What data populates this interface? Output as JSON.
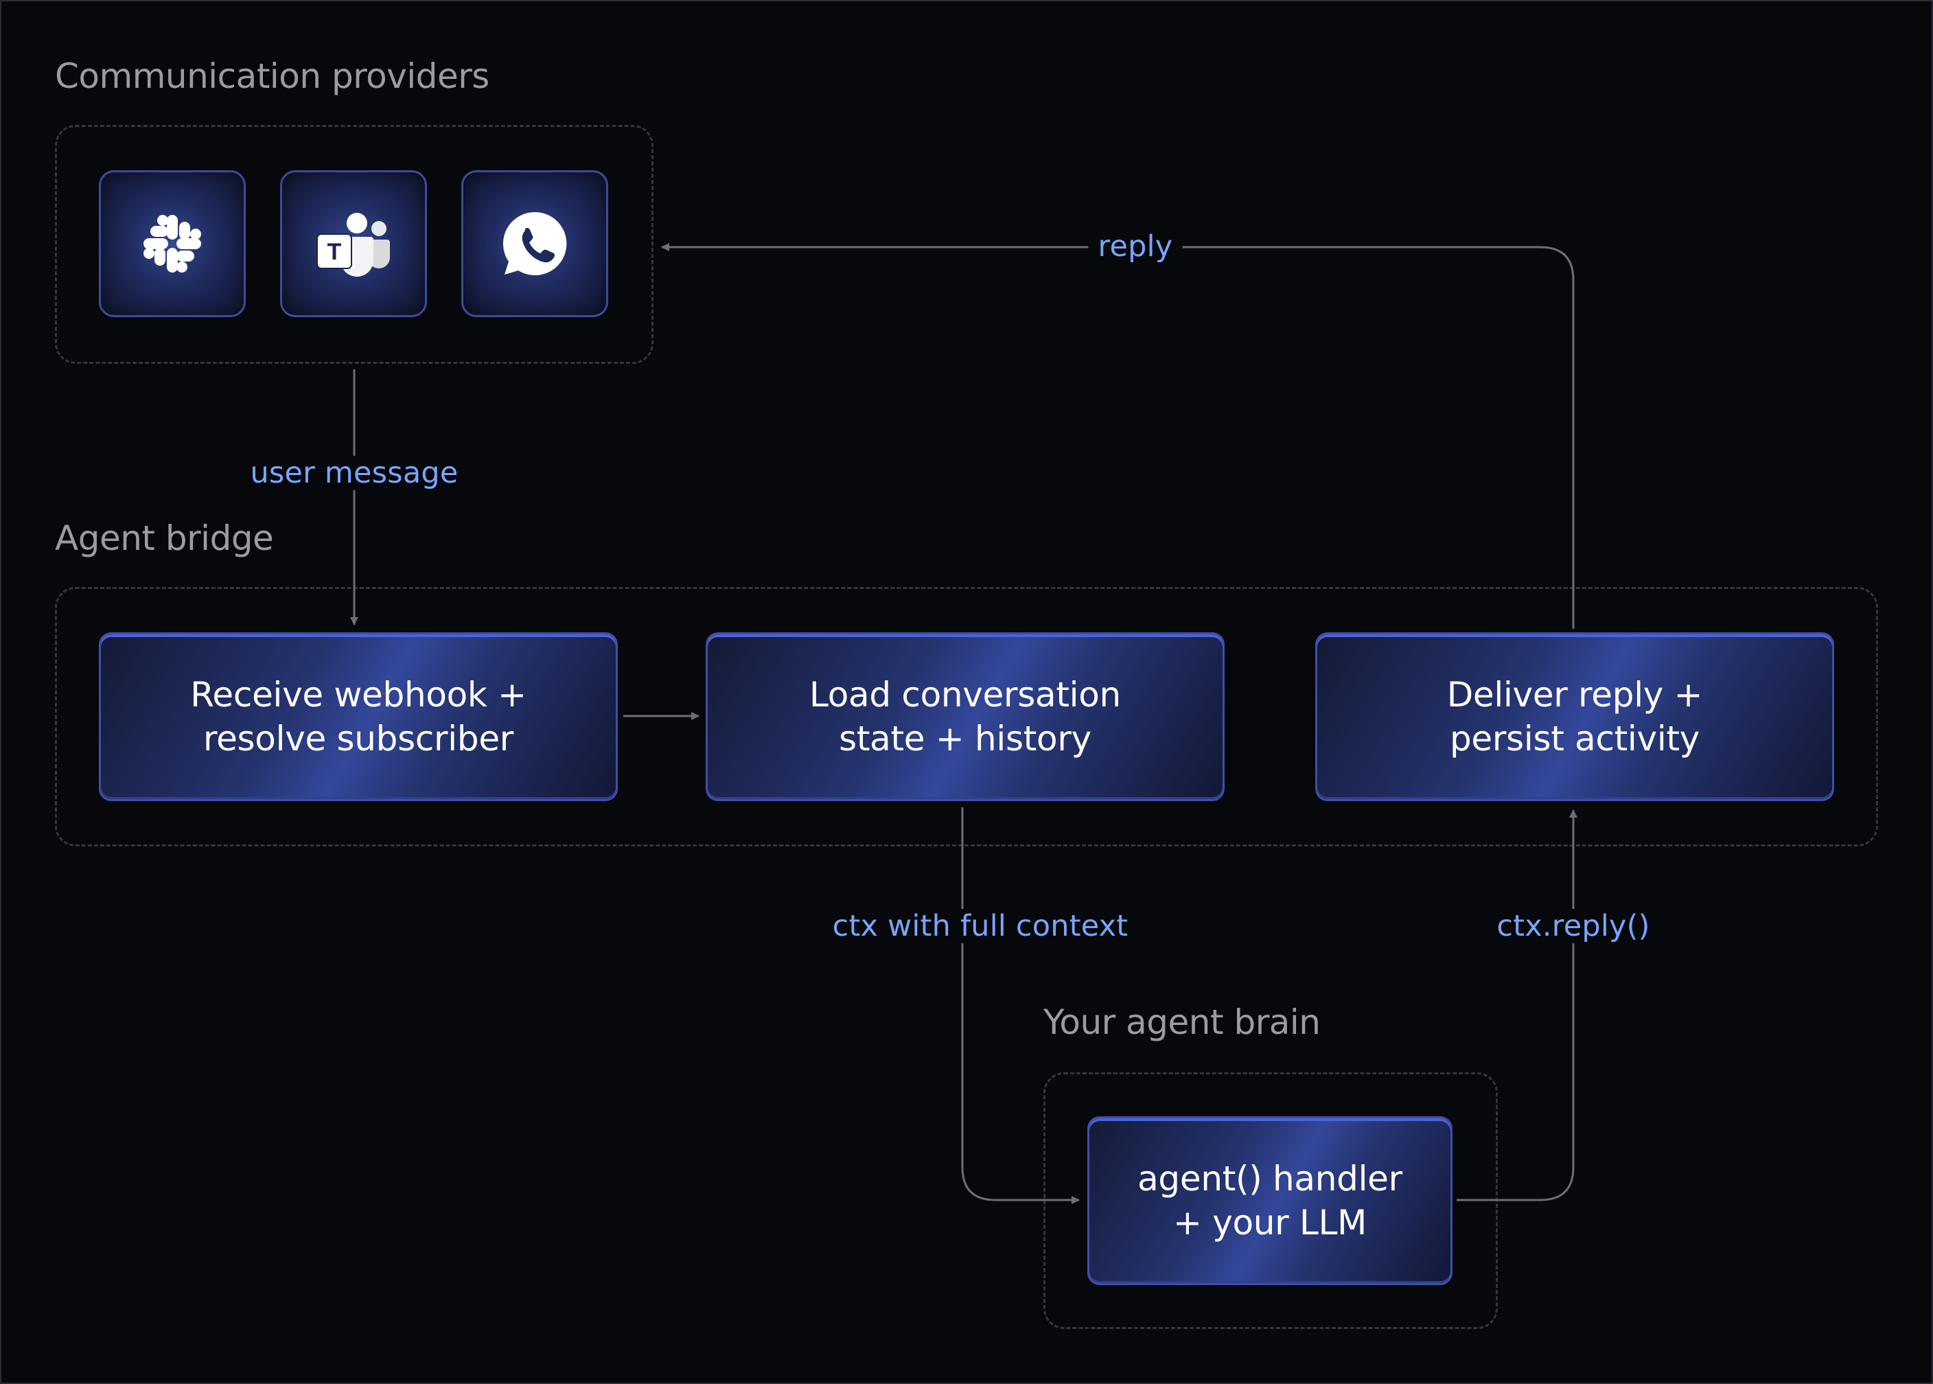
{
  "groups": {
    "providers": {
      "title": "Communication providers"
    },
    "bridge": {
      "title": "Agent bridge"
    },
    "brain": {
      "title": "Your agent brain"
    }
  },
  "providers": [
    {
      "icon": "slack-icon"
    },
    {
      "icon": "teams-icon"
    },
    {
      "icon": "whatsapp-icon"
    }
  ],
  "nodes": {
    "receive": "Receive webhook +\nresolve subscriber",
    "load": "Load conversation\nstate + history",
    "deliver": "Deliver reply +\npersist activity",
    "agent": "agent() handler\n+ your LLM"
  },
  "edges": {
    "user_message": "user message",
    "reply": "reply",
    "ctx_context": "ctx with full context",
    "ctx_reply": "ctx.reply()"
  },
  "colors": {
    "background": "#07080b",
    "edge_label": "#7aa5ff",
    "connector": "#6b6e74",
    "node_border": "#3e4fa4",
    "group_border": "#33363c"
  }
}
